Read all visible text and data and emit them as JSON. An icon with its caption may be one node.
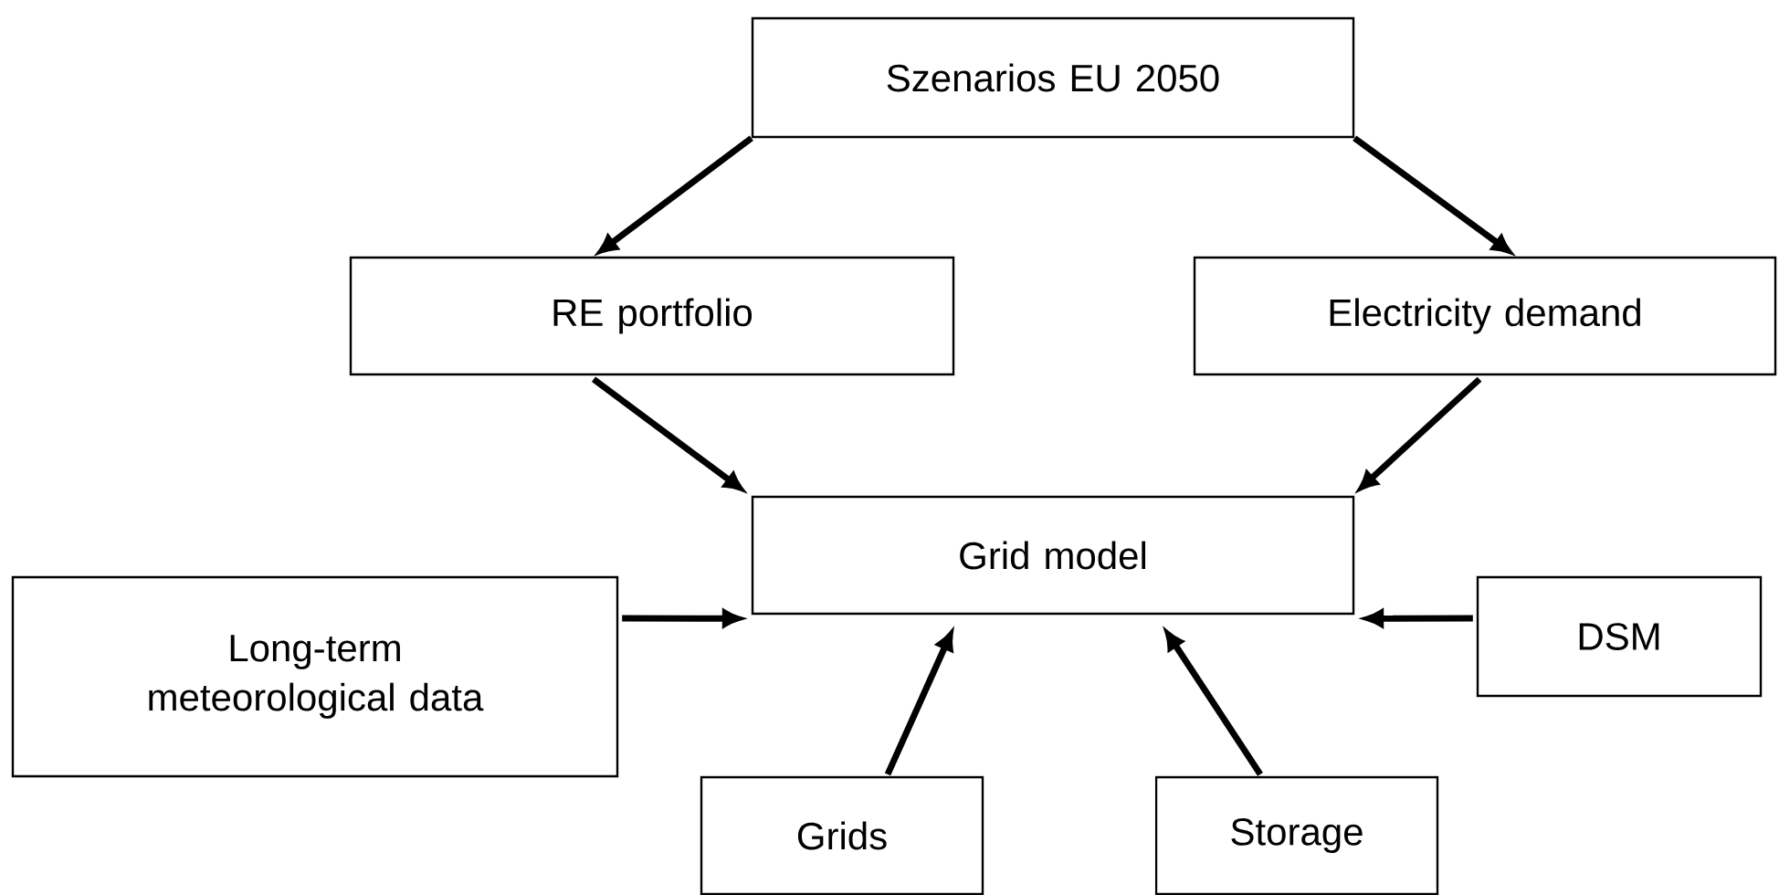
{
  "diagram": {
    "nodes": [
      {
        "text": [
          "Szenarios EU 2050"
        ]
      },
      {
        "text": [
          "RE portfolio"
        ]
      },
      {
        "text": [
          "Electricity demand"
        ]
      },
      {
        "text": [
          "Grid model"
        ]
      },
      {
        "text": [
          "Long-term meteorological data"
        ]
      },
      {
        "text": [
          "DSM"
        ]
      },
      {
        "text": [
          "Grids"
        ]
      },
      {
        "text": [
          "Storage"
        ]
      }
    ],
    "edges": [
      {
        "from": 0,
        "to": 1,
        "arrow": "to"
      },
      {
        "from": 0,
        "to": 2,
        "arrow": "to"
      },
      {
        "from": 1,
        "to": 3,
        "arrow": "to"
      },
      {
        "from": 2,
        "to": 3,
        "arrow": "to"
      },
      {
        "from": 4,
        "to": 3,
        "arrow": "to"
      },
      {
        "from": 5,
        "to": 3,
        "arrow": "to"
      },
      {
        "from": 6,
        "to": 3,
        "arrow": "to"
      },
      {
        "from": 7,
        "to": 3,
        "arrow": "to"
      }
    ]
  }
}
